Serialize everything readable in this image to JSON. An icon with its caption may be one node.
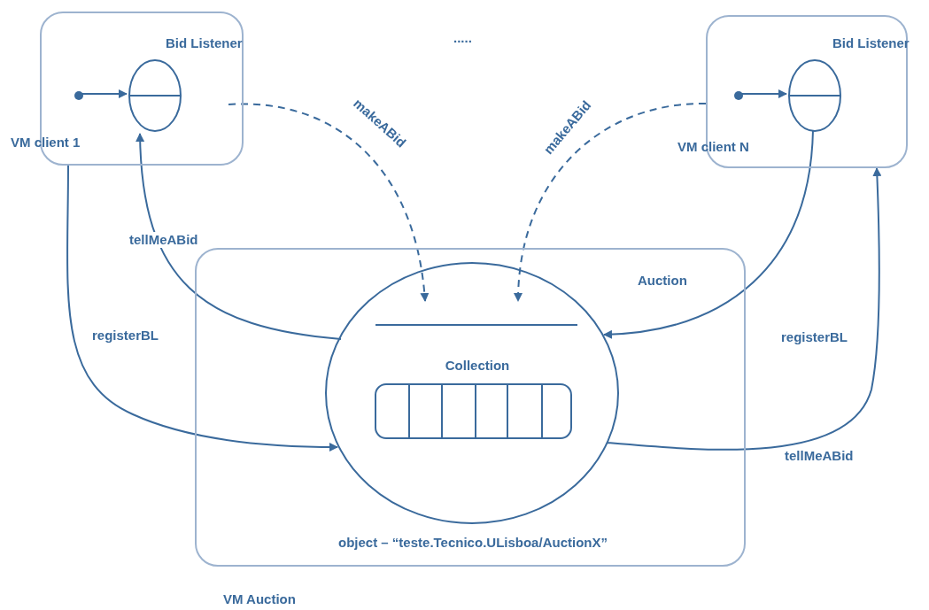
{
  "diagram": {
    "nodes": [
      {
        "text": [
          "VM client 1"
        ]
      },
      {
        "text": [
          "Bid Listener"
        ],
        "in": 0
      },
      {
        "text": [],
        "shape": "circle",
        "in": 0
      },
      {
        "text": [
          "VM client N"
        ]
      },
      {
        "text": [
          "Bid Listener"
        ],
        "in": 3
      },
      {
        "text": [],
        "shape": "circle",
        "in": 3
      },
      {
        "text": [
          "Auction",
          "object – “teste.Tecnico.ULisboa/AuctionX”",
          "VM Auction"
        ]
      },
      {
        "text": [
          "Collection"
        ],
        "in": 6
      }
    ],
    "edges": [
      {
        "from": 2,
        "to": 1,
        "arrow": "to"
      },
      {
        "from": 5,
        "to": 4,
        "arrow": "to"
      },
      {
        "from": 0,
        "to": 7,
        "arrow": "to",
        "label": "makeABid",
        "style": "dashed"
      },
      {
        "from": 3,
        "to": 7,
        "arrow": "to",
        "label": "makeABid",
        "style": "dashed"
      },
      {
        "from": 7,
        "to": 1,
        "arrow": "to",
        "label": "tellMeABid"
      },
      {
        "from": 0,
        "to": 7,
        "arrow": "to",
        "label": "registerBL"
      },
      {
        "from": 4,
        "to": 7,
        "arrow": "to",
        "label": "registerBL"
      },
      {
        "from": 7,
        "to": 3,
        "arrow": "to",
        "label": "tellMeABid"
      }
    ],
    "labels": [
      "....."
    ]
  }
}
